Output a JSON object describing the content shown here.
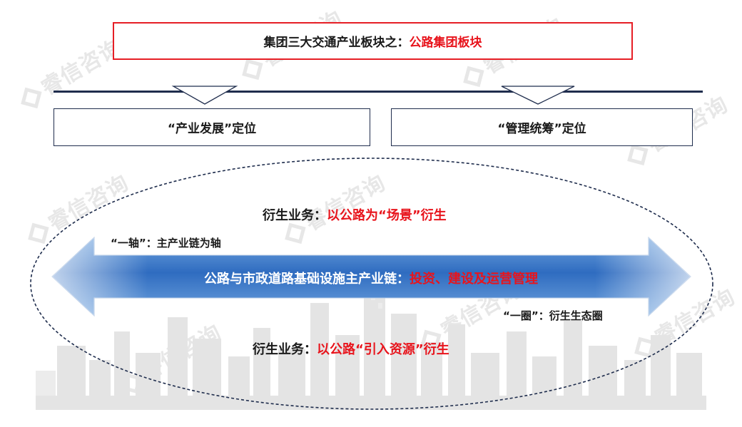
{
  "watermark": "睿信咨询",
  "title": {
    "prefix": "集团三大交通产业板块之：",
    "highlight": "公路集团板块"
  },
  "positioning": {
    "left": "“产业发展”定位",
    "right": "“管理统筹”定位"
  },
  "top_business": {
    "label": "衍生业务：",
    "highlight": "以公路为“场景”衍生"
  },
  "axis_label": "“一轴”：主产业链为轴",
  "main_chain": {
    "label": "公路与市政道路基础设施主产业链：",
    "highlight": "投资、建设及运营管理"
  },
  "circle_label": "“一圈”：衍生生态圈",
  "bottom_business": {
    "label": "衍生业务：",
    "highlight": "以公路“引入资源”衍生"
  },
  "colors": {
    "accent_red": "#e8141c",
    "navy": "#1f2d4d",
    "arrow_blue": "#2f6cc0"
  }
}
